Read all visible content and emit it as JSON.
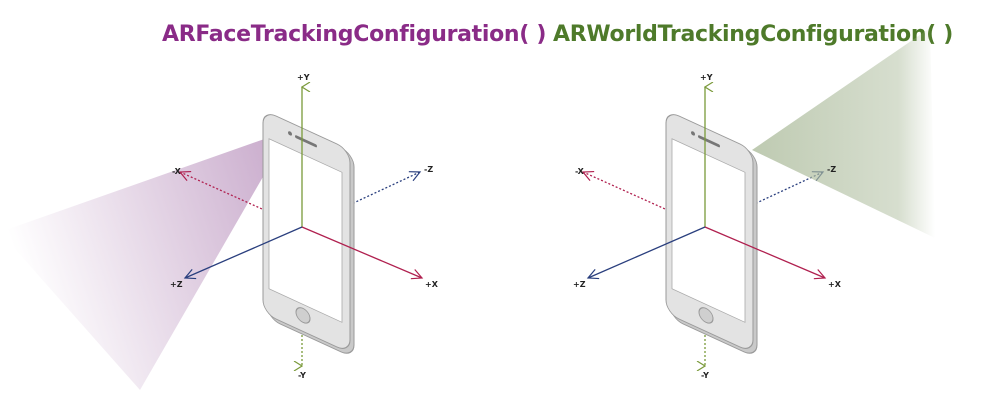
{
  "diagrams": [
    {
      "title": "ARFaceTrackingConfiguration( )",
      "title_color": "#8a2b87",
      "cone_color": "#b48ab8",
      "camera": "front",
      "axes": {
        "py": "+Y",
        "ny": "-Y",
        "px": "+X",
        "nx": "-X",
        "pz": "+Z",
        "nz": "-Z"
      }
    },
    {
      "title": "ARWorldTrackingConfiguration( )",
      "title_color": "#4e7a2a",
      "cone_color": "#aebd9e",
      "camera": "back",
      "axes": {
        "py": "+Y",
        "ny": "-Y",
        "px": "+X",
        "nx": "-X",
        "pz": "+Z",
        "nz": "-Z"
      }
    }
  ],
  "colors": {
    "y_axis": "#7a9a3a",
    "x_axis": "#b0204f",
    "z_axis": "#2a3f7e"
  }
}
